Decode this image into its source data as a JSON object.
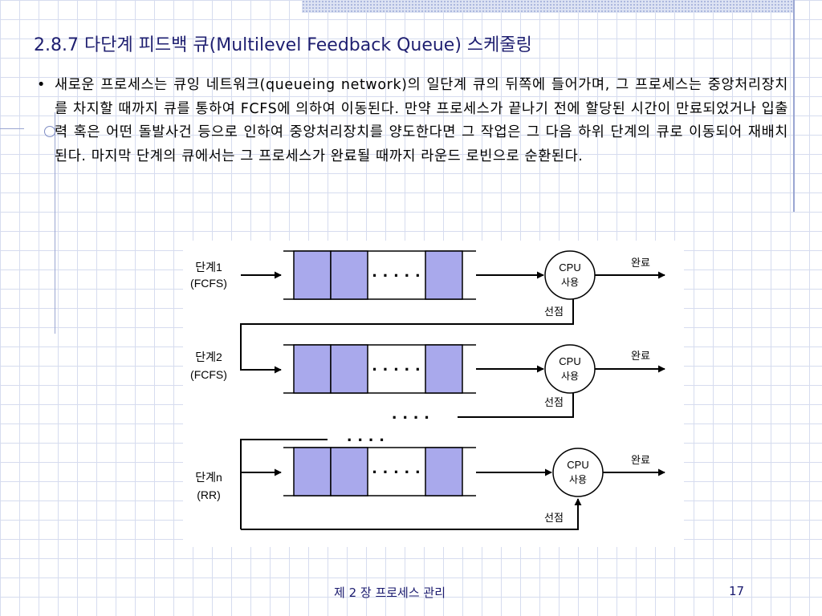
{
  "slide": {
    "title": "2.8.7 다단계 피드백 큐(Multilevel Feedback Queue) 스케줄링",
    "bullet": "•",
    "paragraph": "새로운 프로세스는 큐잉 네트워크(queueing network)의 일단계 큐의 뒤쪽에 들어가며, 그 프로세스는 중앙처리장치를 차지할 때까지 큐를 통하여 FCFS에 의하여 이동된다. 만약 프로세스가 끝나기 전에 할당된 시간이 만료되었거나 입출력 혹은 어떤 돌발사건 등으로 인하여 중앙처리장치를 양도한다면 그 작업은 그 다음 하위 단계의 큐로 이동되어 재배치된다. 마지막 단계의 큐에서는 그 프로세스가 완료될 때까지 라운드 로빈으로 순환된다.",
    "footer": "제 2 장 프로세스 관리",
    "page_number": "17"
  },
  "diagram": {
    "colors": {
      "queue_fill": "#a9a9ec",
      "line": "#000000"
    },
    "dots": "· · · · ·",
    "between_dots": "· · · ·",
    "cpu_top": "CPU",
    "cpu_bottom": "사용",
    "complete": "완료",
    "preempt": "선점",
    "levels": [
      {
        "name": "단계1",
        "policy": "(FCFS)"
      },
      {
        "name": "단계2",
        "policy": "(FCFS)"
      },
      {
        "name": "단계n",
        "policy": "(RR)"
      }
    ]
  }
}
